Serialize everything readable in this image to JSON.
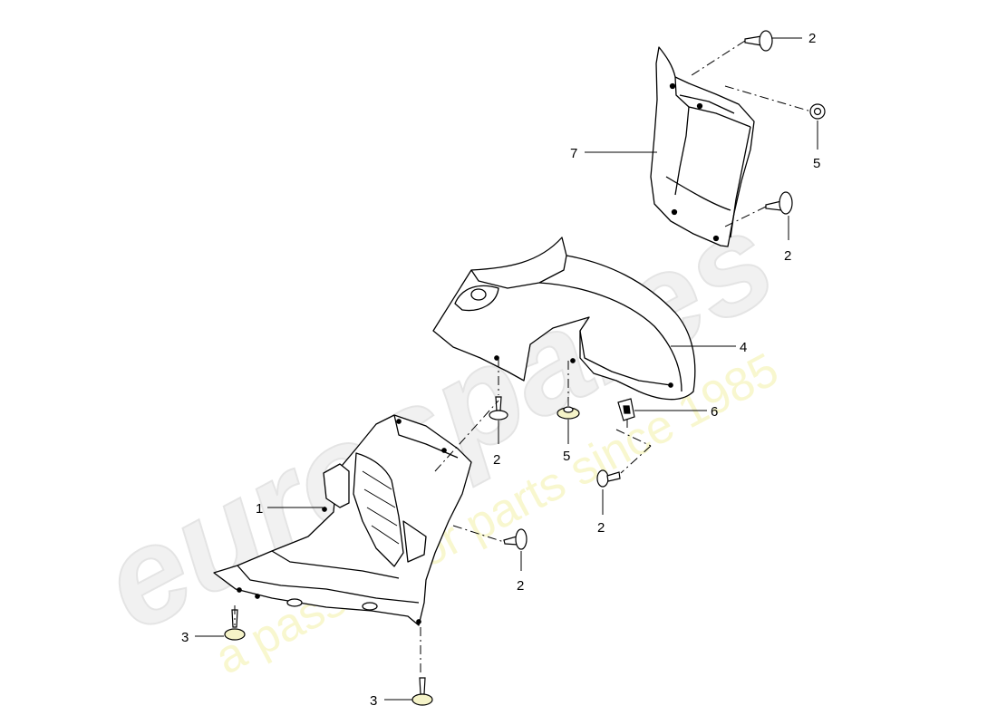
{
  "watermark": {
    "brand": "eurospares",
    "tagline": "a passion for parts since 1985",
    "brand_color": "#d9d9d9",
    "tagline_color": "#f2ef9a"
  },
  "callouts": {
    "part_1": "1",
    "fastener_2a": "2",
    "fastener_2b": "2",
    "fastener_2c": "2",
    "fastener_2d": "2",
    "fastener_2e": "2",
    "fastener_3a": "3",
    "fastener_3b": "3",
    "part_4": "4",
    "clip_5a": "5",
    "clip_5b": "5",
    "clip_6": "6",
    "part_7": "7"
  }
}
